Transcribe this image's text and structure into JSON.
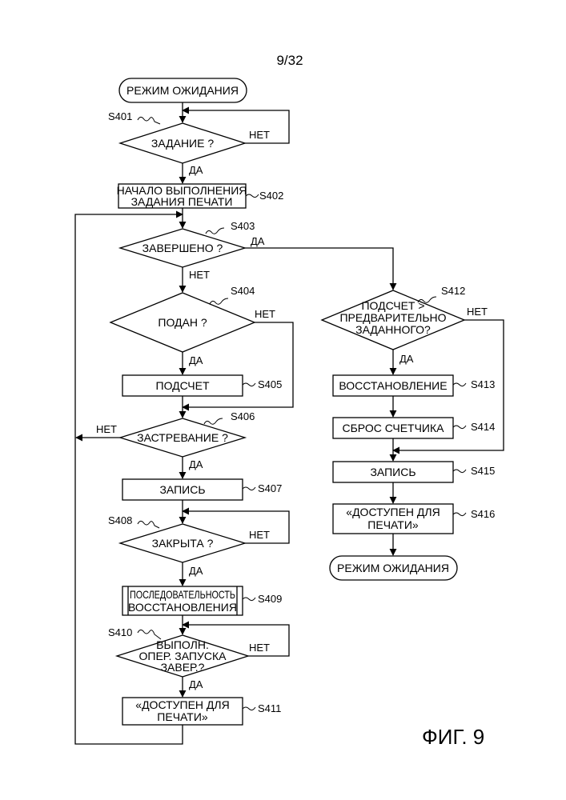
{
  "page_number": "9/32",
  "figure_label": "ФИГ. 9",
  "yes": "ДА",
  "no": "НЕТ",
  "left": {
    "start": "РЕЖИМ ОЖИДАНИЯ",
    "s401": {
      "step": "S401",
      "text": "ЗАДАНИЕ ?"
    },
    "s402": {
      "step": "S402",
      "line1": "НАЧАЛО ВЫПОЛНЕНИЯ",
      "line2": "ЗАДАНИЯ ПЕЧАТИ"
    },
    "s403": {
      "step": "S403",
      "text": "ЗАВЕРШЕНО ?"
    },
    "s404": {
      "step": "S404",
      "text": "ПОДАН ?"
    },
    "s405": {
      "step": "S405",
      "text": "ПОДСЧЕТ"
    },
    "s406": {
      "step": "S406",
      "text": "ЗАСТРЕВАНИЕ ?"
    },
    "s407": {
      "step": "S407",
      "text": "ЗАПИСЬ"
    },
    "s408": {
      "step": "S408",
      "text": "ЗАКРЫТА ?"
    },
    "s409": {
      "step": "S409",
      "line1": "ПОСЛЕДОВАТЕЛЬНОСТЬ",
      "line2": "ВОССТАНОВЛЕНИЯ"
    },
    "s410": {
      "step": "S410",
      "line1": "ВЫПОЛН.",
      "line2": "ОПЕР. ЗАПУСКА",
      "line3": "ЗАВЕР.?"
    },
    "s411": {
      "step": "S411",
      "line1": "«ДОСТУПЕН ДЛЯ",
      "line2": "ПЕЧАТИ»"
    }
  },
  "right": {
    "s412": {
      "step": "S412",
      "line1": "ПОДСЧЕТ >",
      "line2": "ПРЕДВАРИТЕЛЬНО",
      "line3": "ЗАДАННОГО?"
    },
    "s413": {
      "step": "S413",
      "text": "ВОССТАНОВЛЕНИЕ"
    },
    "s414": {
      "step": "S414",
      "text": "СБРОС СЧЕТЧИКА"
    },
    "s415": {
      "step": "S415",
      "text": "ЗАПИСЬ"
    },
    "s416": {
      "step": "S416",
      "line1": "«ДОСТУПЕН ДЛЯ",
      "line2": "ПЕЧАТИ»"
    },
    "end": "РЕЖИМ ОЖИДАНИЯ"
  }
}
